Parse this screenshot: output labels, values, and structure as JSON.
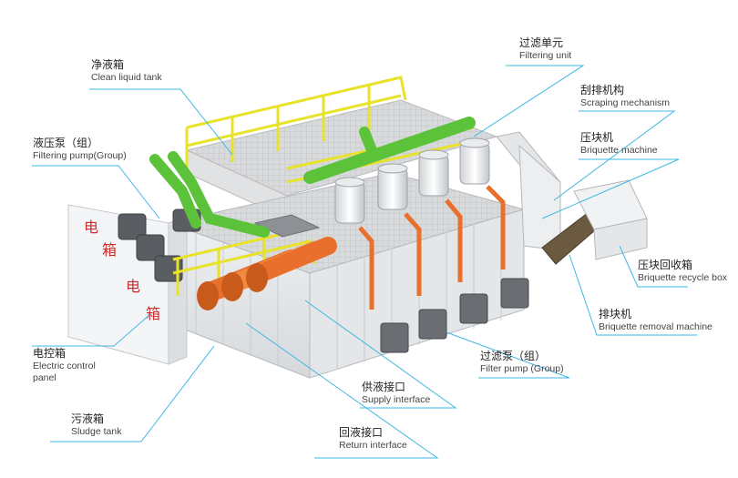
{
  "panel_text": [
    "电",
    "箱",
    "电",
    "箱"
  ],
  "colors": {
    "leader": "#3fb7e6",
    "railing": "#e8e22a",
    "green_pipe": "#5cc23a",
    "orange_pipe": "#e8702c",
    "tank_body": "#e6e8ea",
    "panel_text": "#cc2b2b"
  },
  "labels": {
    "clean_tank": {
      "zh": "净液箱",
      "en": "Clean liquid tank"
    },
    "filtering_pump": {
      "zh": "液压泵（组）",
      "en": "Filtering pump(Group)"
    },
    "filtering_unit": {
      "zh": "过滤单元",
      "en": "Filtering unit"
    },
    "scraping": {
      "zh": "刮排机构",
      "en": "Scraping mechanism"
    },
    "briquette_machine": {
      "zh": "压块机",
      "en": "Briquette machine"
    },
    "recycle_box": {
      "zh": "压块回收箱",
      "en": "Briquette recycle box"
    },
    "removal_machine": {
      "zh": "排块机",
      "en": "Briquette removal machine"
    },
    "filter_pump": {
      "zh": "过滤泵（组）",
      "en": "Filter pump (Group)"
    },
    "supply": {
      "zh": "供液接口",
      "en": "Supply interface"
    },
    "return": {
      "zh": "回液接口",
      "en": "Return interface"
    },
    "sludge": {
      "zh": "污液箱",
      "en": "Sludge tank"
    },
    "control_panel": {
      "zh": "电控箱",
      "en": "Electric control",
      "en2": "panel"
    }
  }
}
